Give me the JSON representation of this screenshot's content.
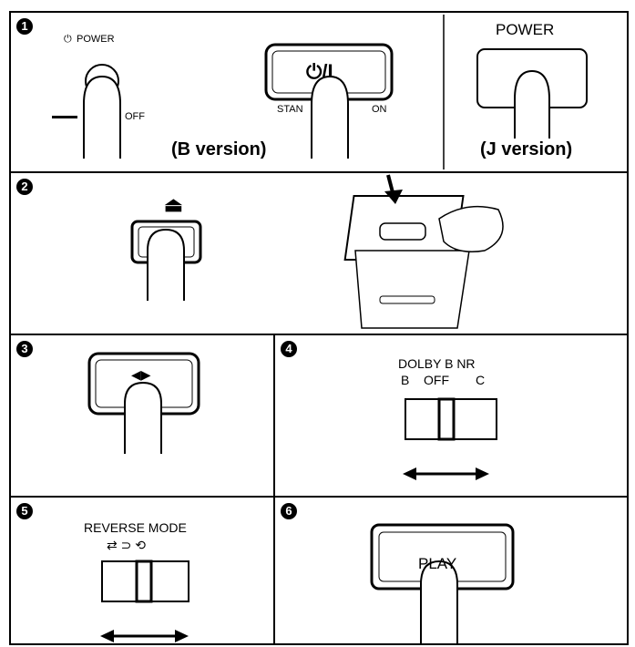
{
  "steps": {
    "s1": {
      "number": "1",
      "power_small": "POWER",
      "power_symbol": "⏻",
      "off": "OFF",
      "standby_on_1": "STAN",
      "standby_on_2": "ON",
      "standby_symbol": "⏻/I",
      "version_b": "(B version)",
      "power_j": "POWER",
      "version_j": "(J version)"
    },
    "s2": {
      "number": "2",
      "eject_symbol": "⏏"
    },
    "s3": {
      "number": "3",
      "direction_symbol": "◀▶"
    },
    "s4": {
      "number": "4",
      "title": "DOLBY B NR",
      "opt_b": "B",
      "opt_off": "OFF",
      "opt_c": "C"
    },
    "s5": {
      "number": "5",
      "title": "REVERSE MODE",
      "icons": "⇄ ⊃ ⟲"
    },
    "s6": {
      "number": "6",
      "play_label": "PLAY"
    }
  },
  "icons": [
    "finger-icon",
    "cassette-icon",
    "down-arrow-icon",
    "double-arrow-icon"
  ]
}
